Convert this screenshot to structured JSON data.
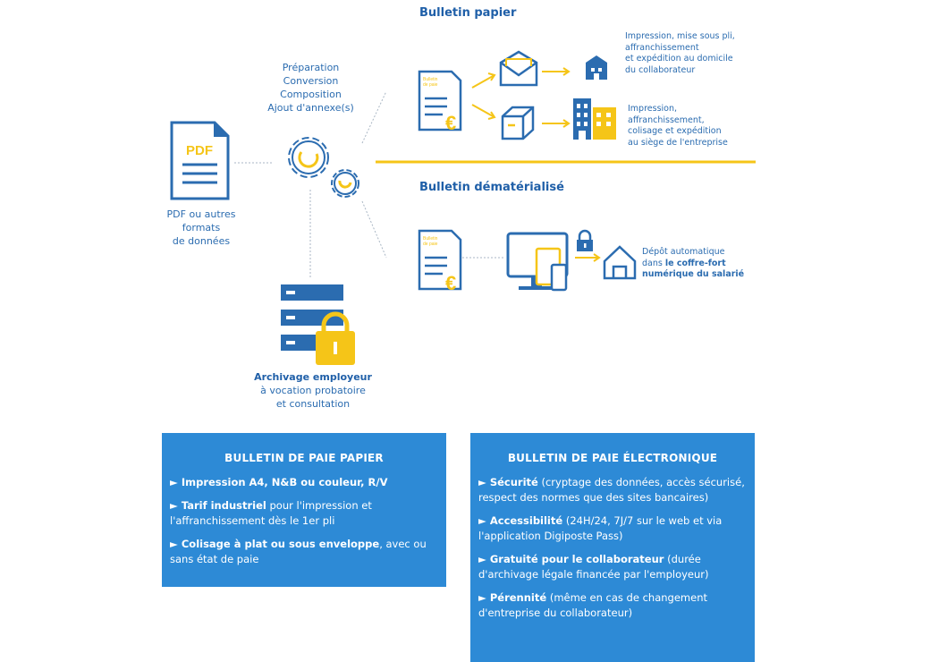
{
  "section_paper_title": "Bulletin papier",
  "section_digital_title": "Bulletin dématérialisé",
  "pdf_label": "PDF",
  "pdf_caption": [
    "PDF ou autres",
    "formats",
    "de données"
  ],
  "process_lines": [
    "Préparation",
    "Conversion",
    "Composition",
    "Ajout d'annexe(s)"
  ],
  "doc_label": [
    "Bulletin",
    "de paie"
  ],
  "home_delivery": [
    "Impression, mise sous pli,",
    "affranchissement",
    "et expédition au domicile",
    "du collaborateur"
  ],
  "office_delivery": [
    "Impression,",
    "affranchissement,",
    "colisage et expédition",
    "au siège de l'entreprise"
  ],
  "safe_deposit": {
    "line1": "Dépôt automatique",
    "line2_prefix": "dans ",
    "line2_bold": "le coffre-fort",
    "line3_bold": "numérique du salarié"
  },
  "archive": {
    "title": "Archivage employeur",
    "line2": "à vocation probatoire",
    "line3": "et consultation"
  },
  "paper_box": {
    "title": "BULLETIN DE PAIE PAPIER",
    "items": [
      {
        "bold": "► Impression A4, N&B ou couleur, R/V",
        "text": ""
      },
      {
        "bold": "► Tarif industriel",
        "text": " pour l'impression et l'affranchissement dès le 1er pli"
      },
      {
        "bold": "► Colisage à plat ou sous enveloppe",
        "text": ", avec ou sans état de paie"
      }
    ]
  },
  "digital_box": {
    "title": "BULLETIN DE PAIE ÉLECTRONIQUE",
    "items": [
      {
        "bold": "► Sécurité",
        "text": " (cryptage des données, accès sécurisé, respect des normes que des sites bancaires)"
      },
      {
        "bold": "► Accessibilité",
        "text": " (24H/24, 7J/7 sur le web et via l'application Digiposte Pass)"
      },
      {
        "bold": "► Gratuité pour le collaborateur",
        "text": " (durée d'archivage légale financée par l'employeur)"
      },
      {
        "bold": "► Pérennité",
        "text": " (même en cas de changement d'entreprise du collaborateur)"
      }
    ]
  },
  "colors": {
    "primary": "#2b6cb0",
    "accent": "#f5c518",
    "box_bg": "#2d8ad6",
    "line": "#b8c4d0"
  }
}
